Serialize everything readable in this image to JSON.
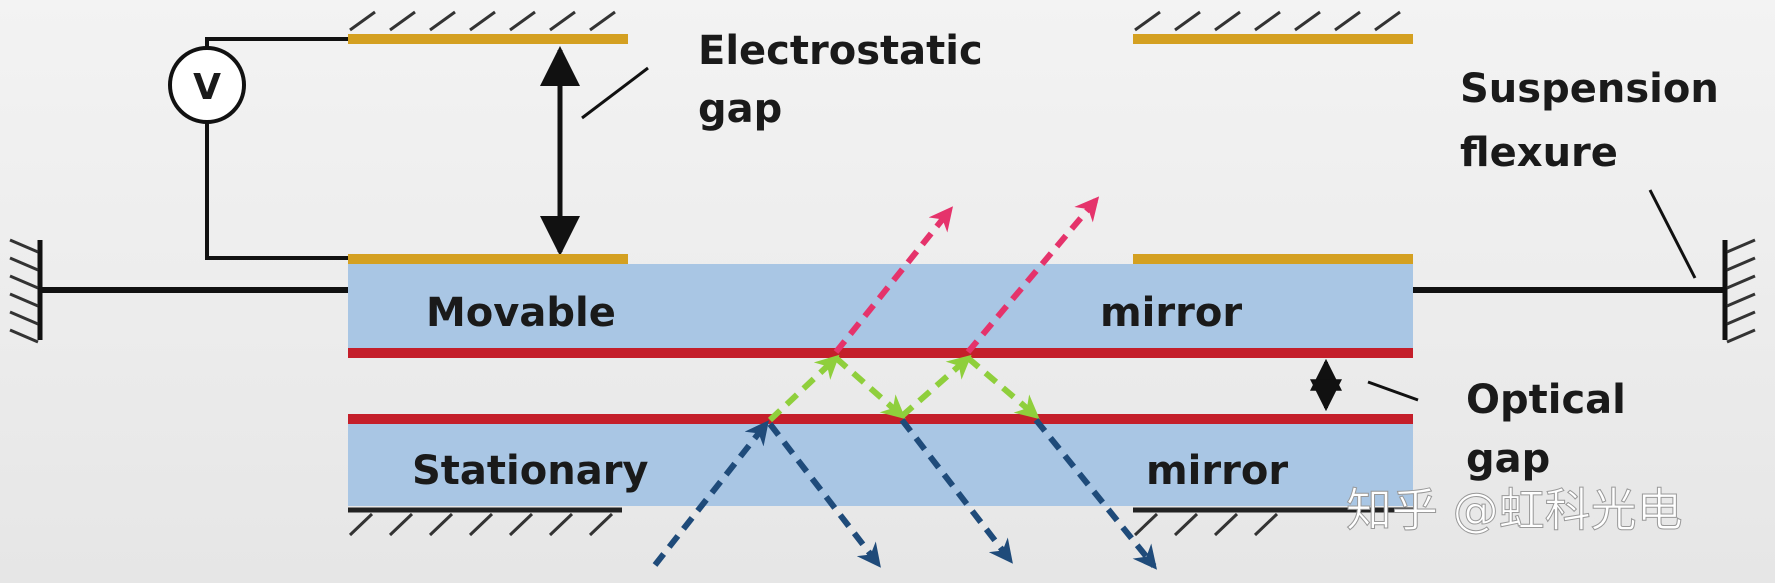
{
  "labels": {
    "electrostatic_line1": "Electrostatic",
    "electrostatic_line2": "gap",
    "suspension_line1": "Suspension",
    "suspension_line2": "flexure",
    "movable": "Movable",
    "movable_mirror": "mirror",
    "optical_line1": "Optical",
    "optical_line2": "gap",
    "stationary": "Stationary",
    "stationary_mirror": "mirror",
    "voltmeter": "V"
  },
  "watermark": "知乎 @虹科光电",
  "colors": {
    "electrode": "#d4a021",
    "mirror_fill": "#a9c6e4",
    "reflective_coating": "#c41e2a",
    "beam_incident": "#1f4b7a",
    "beam_internal": "#8fcf3c",
    "beam_output": "#e5336b",
    "structure": "#111111"
  },
  "icons": {
    "ground": "hatched-ground-icon",
    "voltmeter": "voltmeter-icon"
  }
}
